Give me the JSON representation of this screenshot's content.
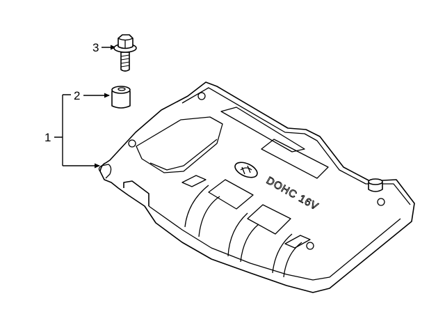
{
  "callouts": {
    "part_1": "1",
    "part_2": "2",
    "part_3": "3"
  },
  "cover_marking": "DOHC 16V",
  "colors": {
    "line": "#000000",
    "background": "#ffffff"
  },
  "icons": {
    "logo": "hyundai-logo-icon"
  }
}
